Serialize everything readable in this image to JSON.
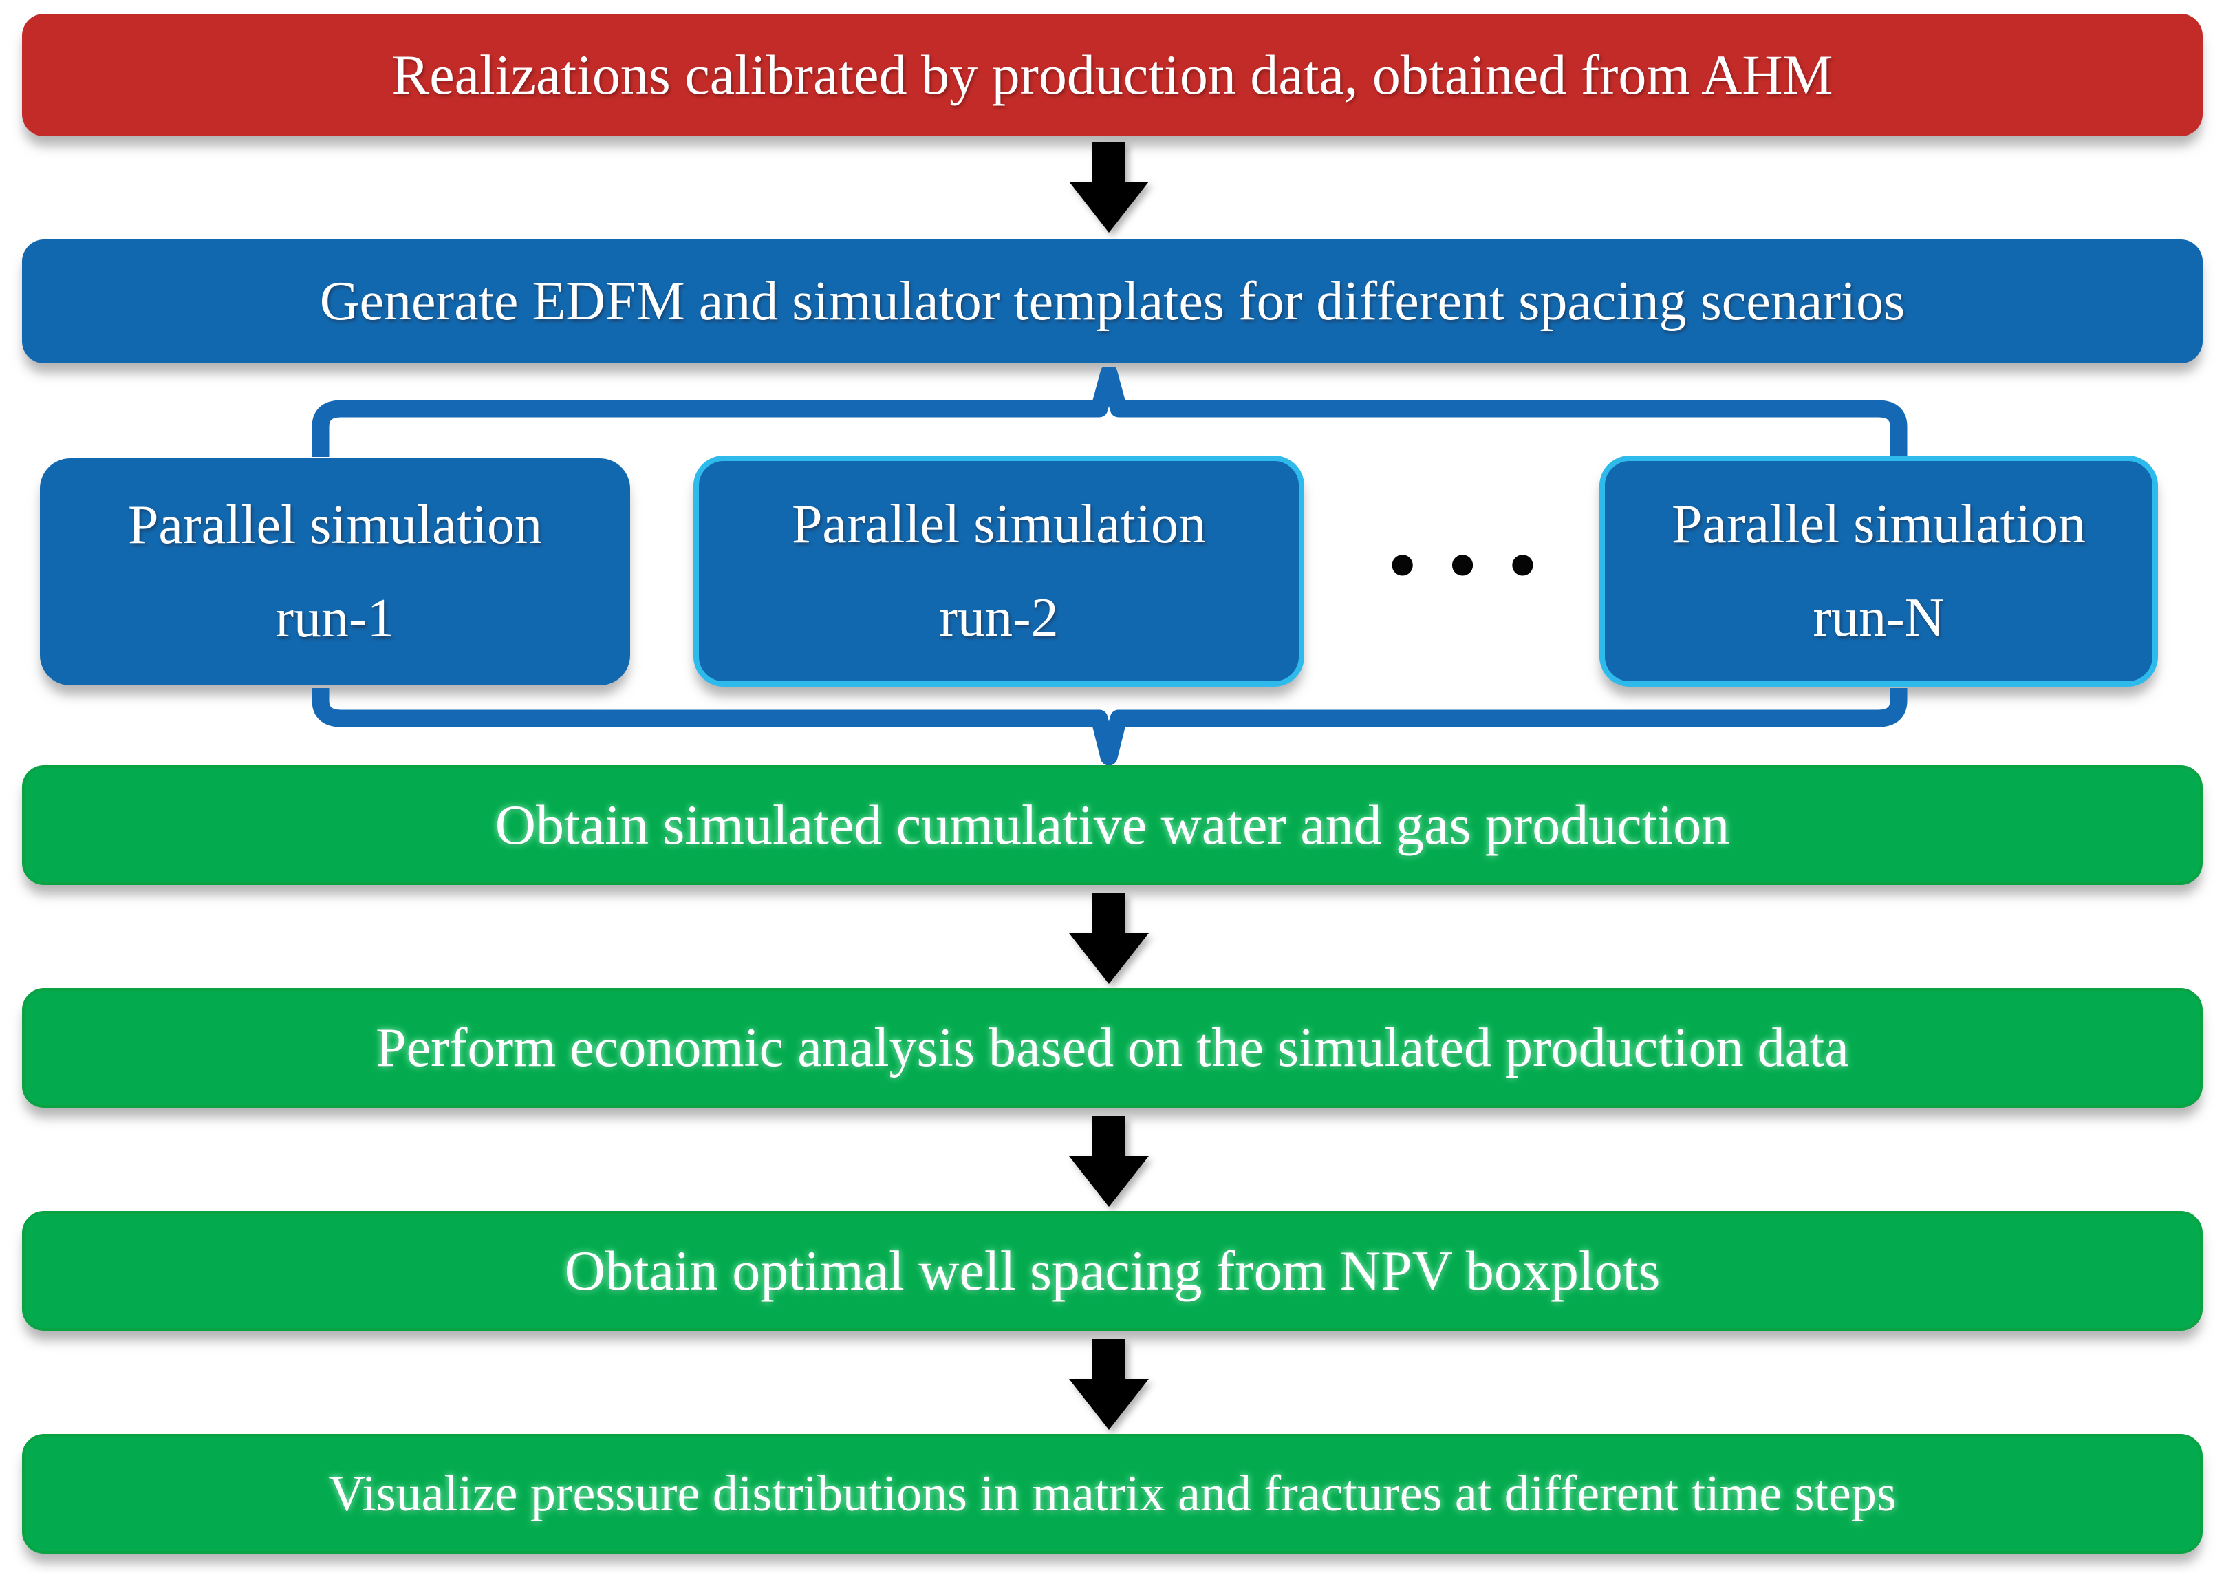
{
  "diagram": {
    "steps": {
      "source": {
        "label": "Realizations calibrated by production data, obtained from AHM"
      },
      "templates": {
        "label": "Generate EDFM and simulator templates for different spacing scenarios"
      },
      "results": [
        {
          "label": "Obtain simulated cumulative water and gas production"
        },
        {
          "label": "Perform economic analysis based on the simulated production data"
        },
        {
          "label": "Obtain optimal well spacing from NPV boxplots"
        },
        {
          "label": "Visualize pressure distributions in matrix and fractures at different time steps"
        }
      ]
    },
    "parallel": {
      "line1": "Parallel simulation",
      "runs": [
        "run-1",
        "run-2",
        "run-N"
      ],
      "ellipsis": "•••"
    },
    "colors": {
      "source_box": "#c32b28",
      "process_box": "#1268ae",
      "result_box": "#04ab4e",
      "result_box_border": "#09a344",
      "parallel_highlight_border": "#2ebaea",
      "brace": "#1468b4",
      "arrow": "#000000",
      "text": "#ffffff"
    }
  }
}
